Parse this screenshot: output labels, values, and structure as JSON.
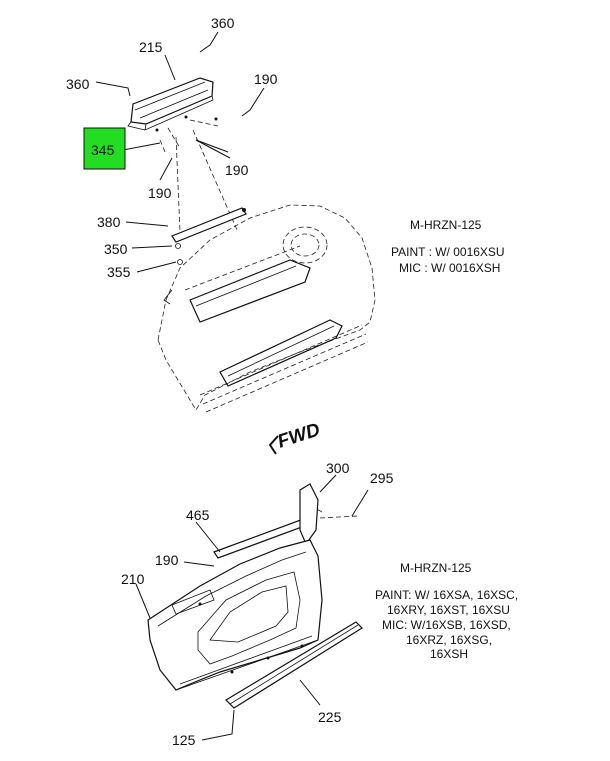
{
  "callouts": {
    "c360a": "360",
    "c215": "215",
    "c360b": "360",
    "c190a": "190",
    "c345": "345",
    "c190b": "190",
    "c190c": "190",
    "c380": "380",
    "c350": "350",
    "c355": "355",
    "c300": "300",
    "c295": "295",
    "c465": "465",
    "c190d": "190",
    "c210": "210",
    "c225": "225",
    "c125": "125"
  },
  "highlight_color": "#22dd22",
  "fwd_label": "FWD",
  "upper_note": {
    "line1": "M-HRZN-125",
    "line2": "PAINT : W/ 0016XSU",
    "line3": "MIC : W/ 0016XSH"
  },
  "lower_note": {
    "line1": "M-HRZN-125",
    "line2": "PAINT: W/ 16XSA, 16XSC,",
    "line3": "16XRY, 16XST, 16XSU",
    "line4": "MIC: W/16XSB, 16XSD,",
    "line5": "16XRZ, 16XSG,",
    "line6": "16XSH"
  }
}
